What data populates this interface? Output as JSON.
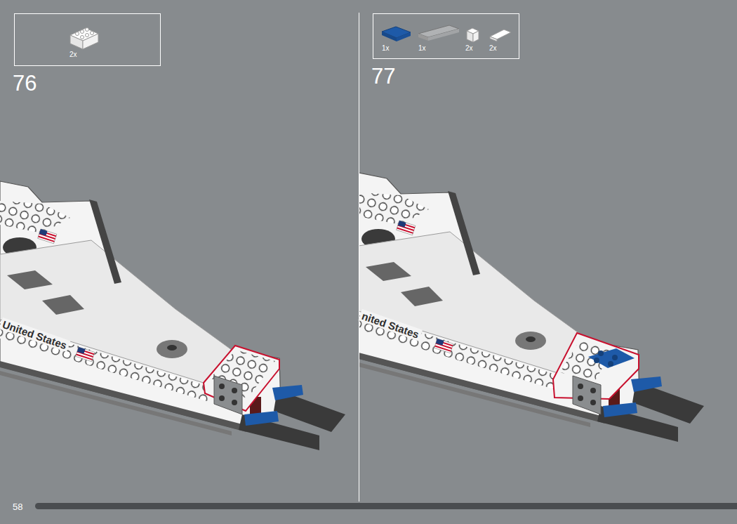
{
  "diagram": {
    "nodes": [
      {
        "text": [
          "2x"
        ]
      },
      {
        "text": [
          "1x",
          "1x",
          "2x",
          "2x"
        ]
      }
    ],
    "labels": [
      "76",
      "77",
      "United States",
      "nited States",
      "58"
    ]
  }
}
